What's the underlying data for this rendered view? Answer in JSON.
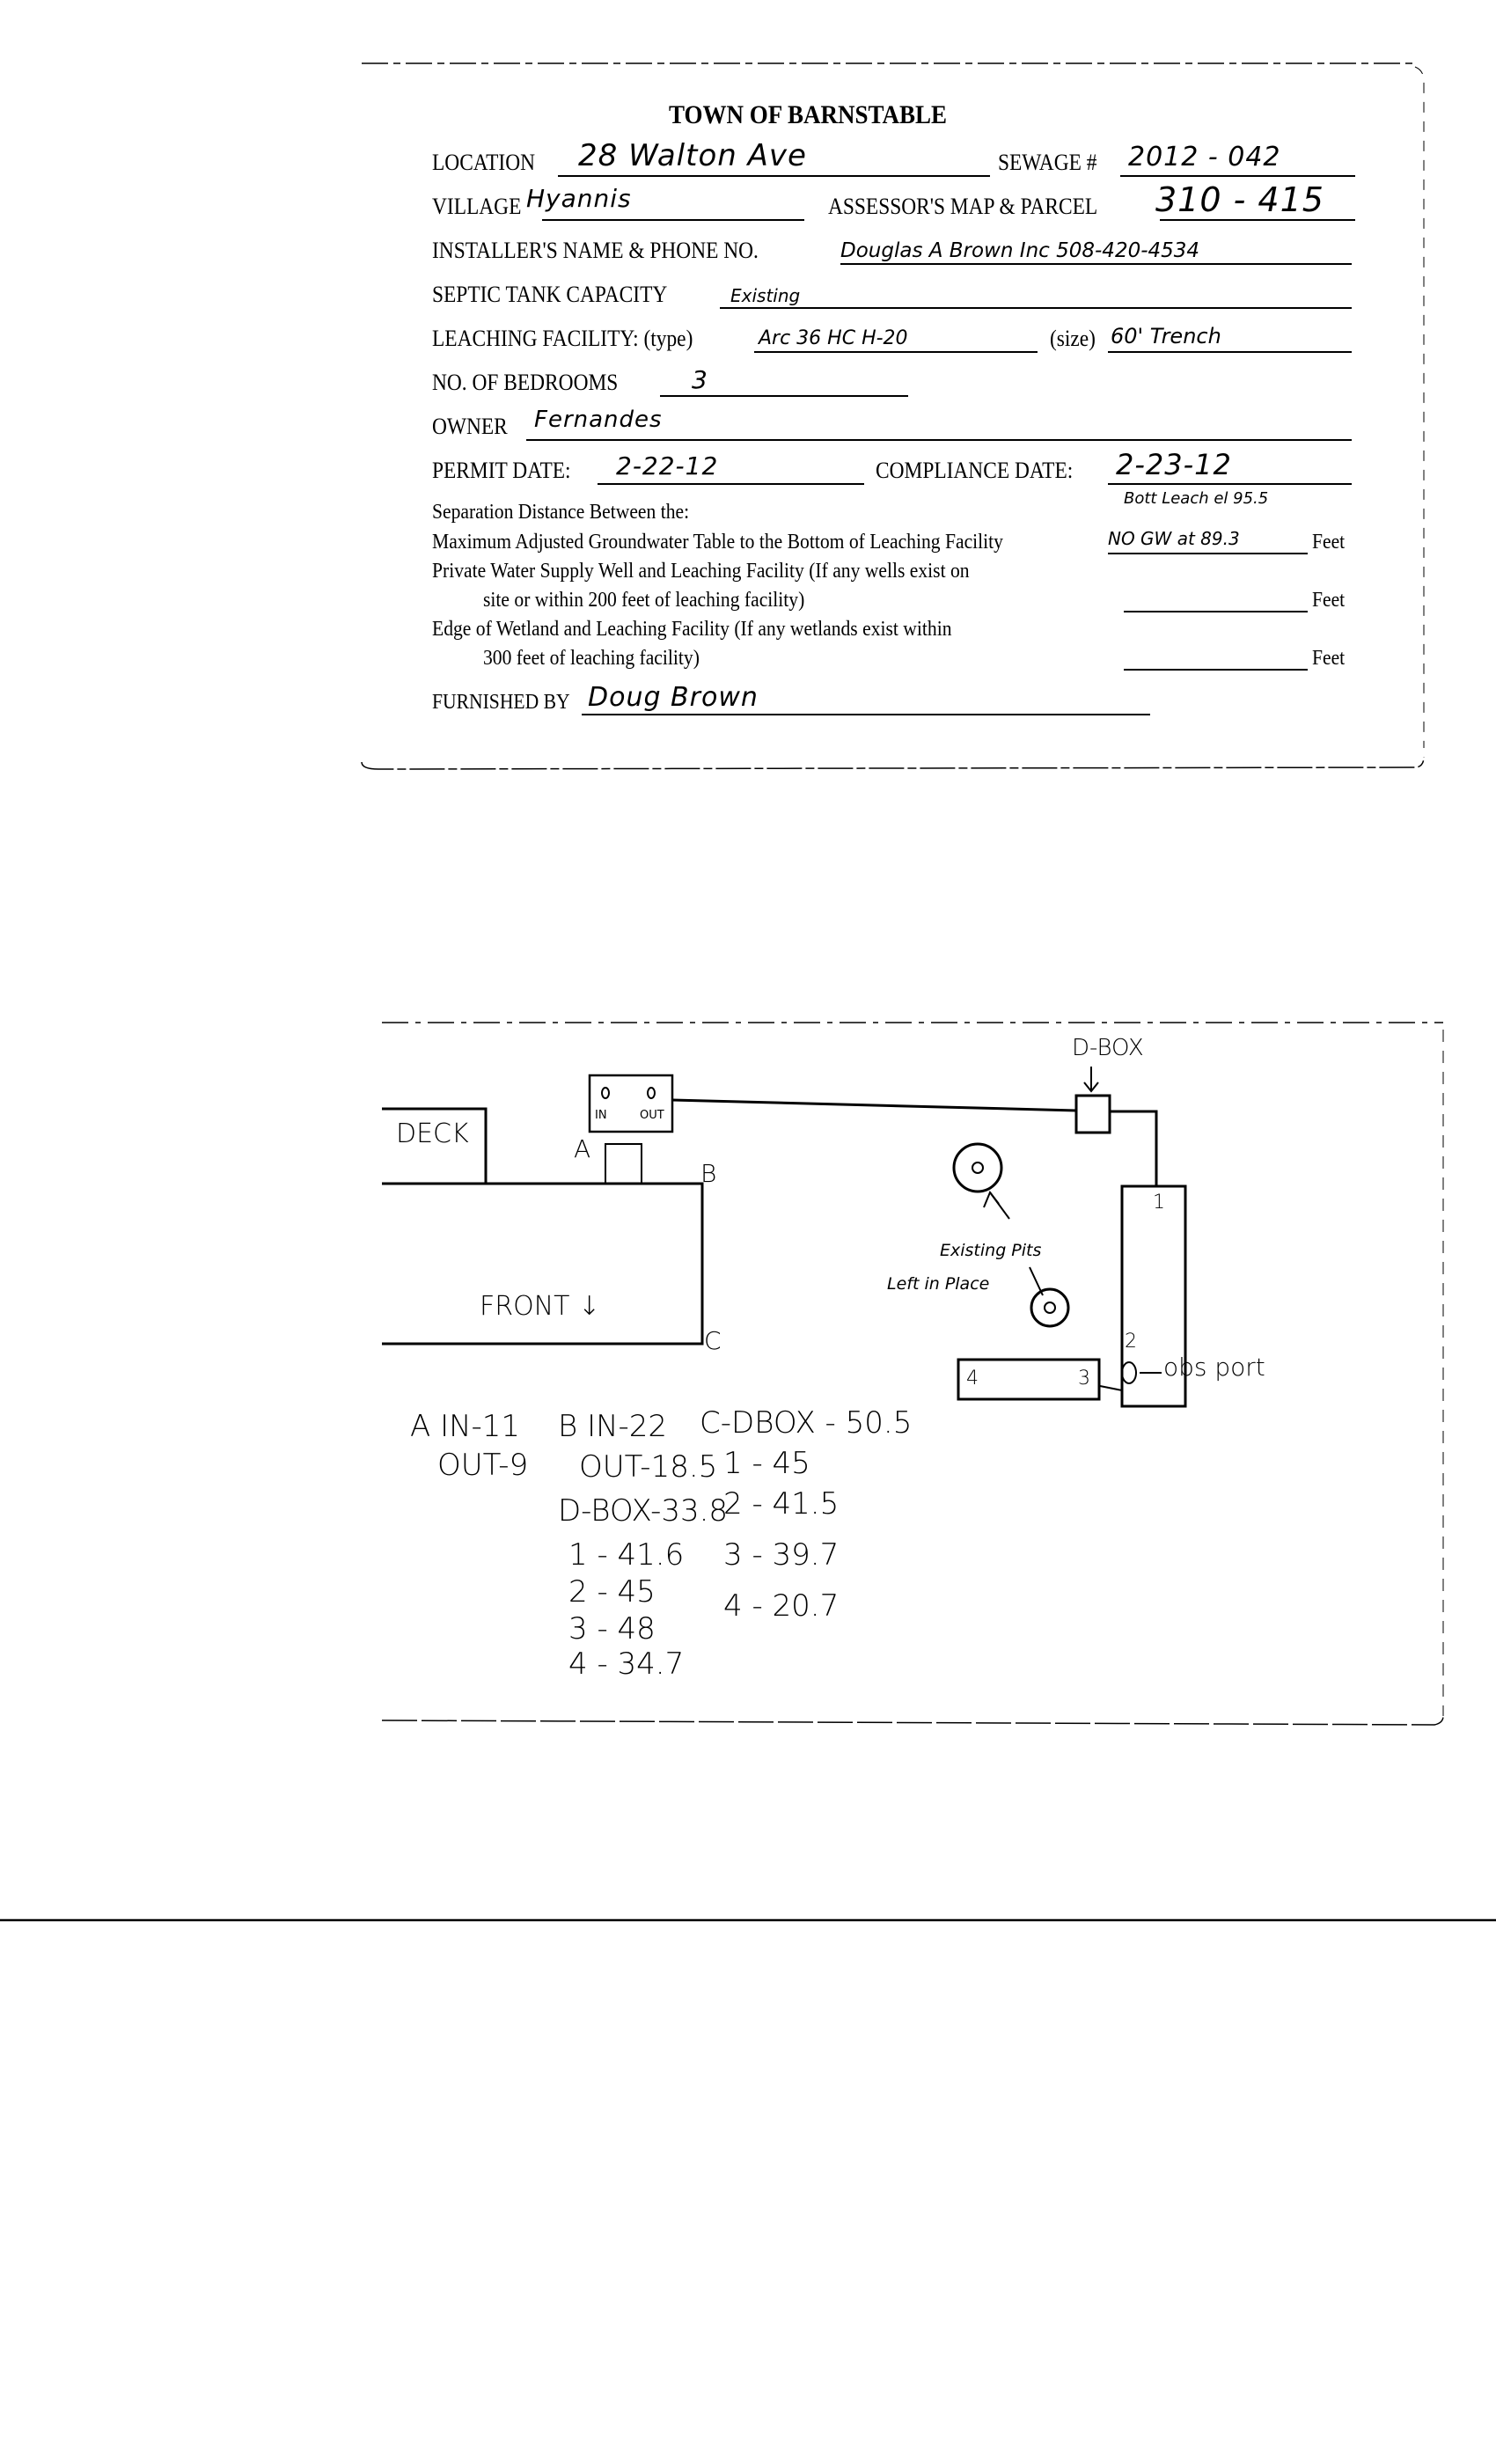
{
  "form": {
    "title": "TOWN OF BARNSTABLE",
    "location_label": "LOCATION",
    "location_value": "28 Walton Ave",
    "sewage_label": "SEWAGE #",
    "sewage_value": "2012 - 042",
    "village_label": "VILLAGE",
    "village_value": "Hyannis",
    "assessor_label": "ASSESSOR'S MAP & PARCEL",
    "assessor_value": "310 - 415",
    "installer_label": "INSTALLER'S NAME & PHONE NO.",
    "installer_value": "Douglas A Brown Inc  508-420-4534",
    "septic_label": "SEPTIC TANK CAPACITY",
    "septic_value": "Existing",
    "leaching_label": "LEACHING FACILITY: (type)",
    "leaching_type_value": "Arc 36 HC H-20",
    "size_label": "(size)",
    "size_value": "60' Trench",
    "bedrooms_label": "NO. OF BEDROOMS",
    "bedrooms_value": "3",
    "owner_label": "OWNER",
    "owner_value": "Fernandes",
    "permit_label": "PERMIT DATE:",
    "permit_value": "2-22-12",
    "compliance_label": "COMPLIANCE DATE:",
    "compliance_value": "2-23-12",
    "bottom_leach_note": "Bott Leach el 95.5",
    "separation_heading": "Separation Distance Between the:",
    "groundwater_label": "Maximum Adjusted Groundwater Table to the Bottom of Leaching Facility",
    "groundwater_value": "NO GW at 89.3",
    "feet": "Feet",
    "well_label_1": "Private Water Supply Well and Leaching Facility (If any wells exist on",
    "well_label_2": "site or within 200 feet of leaching facility)",
    "wetland_label_1": "Edge of Wetland and Leaching Facility (If any wetlands exist within",
    "wetland_label_2": "300 feet of leaching facility)",
    "furnished_label": "FURNISHED BY",
    "furnished_value": "Doug Brown"
  },
  "diagram": {
    "deck": "DECK",
    "front": "FRONT ↓",
    "tank_in": "IN",
    "tank_out": "OUT",
    "point_a": "A",
    "point_b": "B",
    "point_c": "C",
    "dbox": "D-BOX",
    "trench_1": "1",
    "trench_2": "2",
    "trench_3": "3",
    "trench_4": "4",
    "obs_port": "obs port",
    "pits_1": "Existing Pits",
    "pits_2": "Left in Place"
  },
  "measurements": {
    "a": [
      "A IN-11",
      "OUT-9"
    ],
    "b": [
      "B IN-22",
      "OUT-18.5",
      "D-BOX-33.8",
      "1 - 41.6",
      "2 - 45",
      "3 - 48",
      "4 - 34.7"
    ],
    "c": [
      "C-DBOX - 50.5",
      "1 - 45",
      "2 - 41.5",
      "3 - 39.7",
      "4 - 20.7"
    ]
  }
}
